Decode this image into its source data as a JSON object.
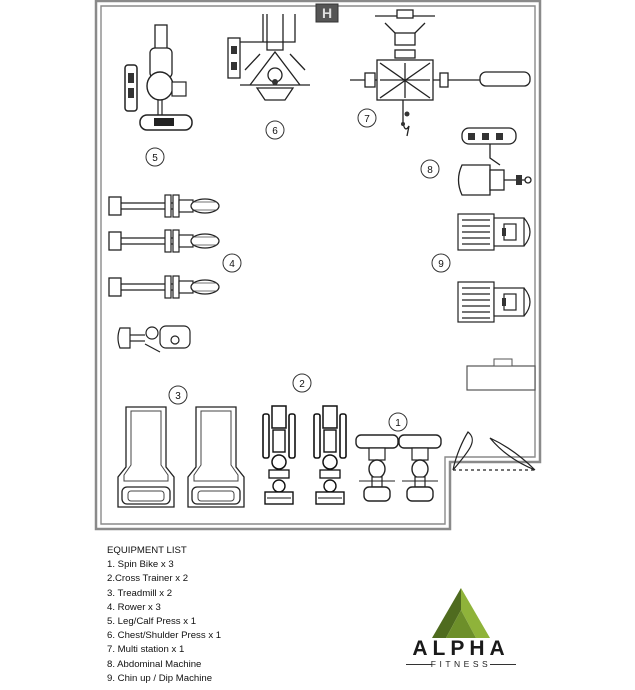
{
  "plan": {
    "entrance_marker": "H",
    "zone_labels": [
      "1",
      "2",
      "3",
      "4",
      "5",
      "6",
      "7",
      "8",
      "9"
    ]
  },
  "legend": {
    "title": "EQUIPMENT LIST",
    "items": [
      "1. Spin Bike x 3",
      "2.Cross Trainer x 2",
      "3. Treadmill x 2",
      "4. Rower x 3",
      "5. Leg/Calf Press x 1",
      "6. Chest/Shulder Press  x 1",
      "7. Multi station x 1",
      "8. Abdominal Machine",
      "9. Chin up / Dip Machine"
    ]
  },
  "logo": {
    "wordmark": "ALPHA",
    "tagline": "FITNESS",
    "colors": {
      "green_dark": "#4f6b1f",
      "green_light": "#8fb33a",
      "text": "#1a1a1a"
    }
  }
}
